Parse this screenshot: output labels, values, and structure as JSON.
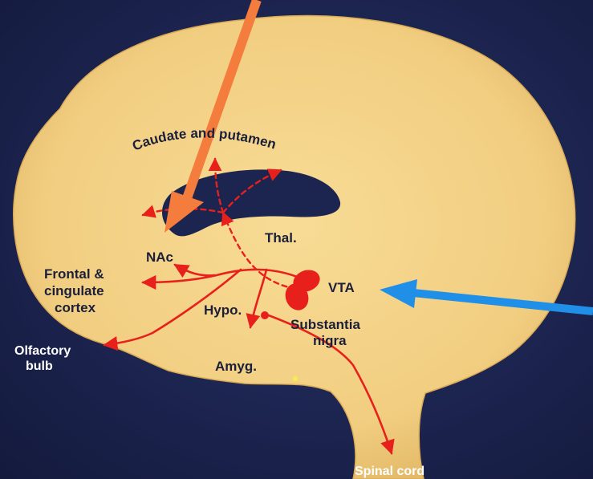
{
  "diagram": {
    "labels": {
      "caudate_putamen": "Caudate and putamen",
      "thalamus": "Thal.",
      "nac": "NAc",
      "vta": "VTA",
      "frontal_line1": "Frontal &",
      "frontal_line2": "cingulate",
      "frontal_line3": "cortex",
      "hypothalamus": "Hypo.",
      "substantia_line1": "Substantia",
      "substantia_line2": "nigra",
      "amygdala": "Amyg.",
      "olfactory_line1": "Olfactory",
      "olfactory_line2": "bulb",
      "spinal_cord": "Spinal cord"
    },
    "colors": {
      "background": "#1c2450",
      "brain": "#f3cf82",
      "pathway": "#e8201c",
      "ventricle": "#1c2450",
      "orange_pointer": "#f47c3c",
      "blue_pointer": "#1f8fe8",
      "label_dark": "#1b1f3a",
      "label_light": "#ffffff"
    }
  }
}
